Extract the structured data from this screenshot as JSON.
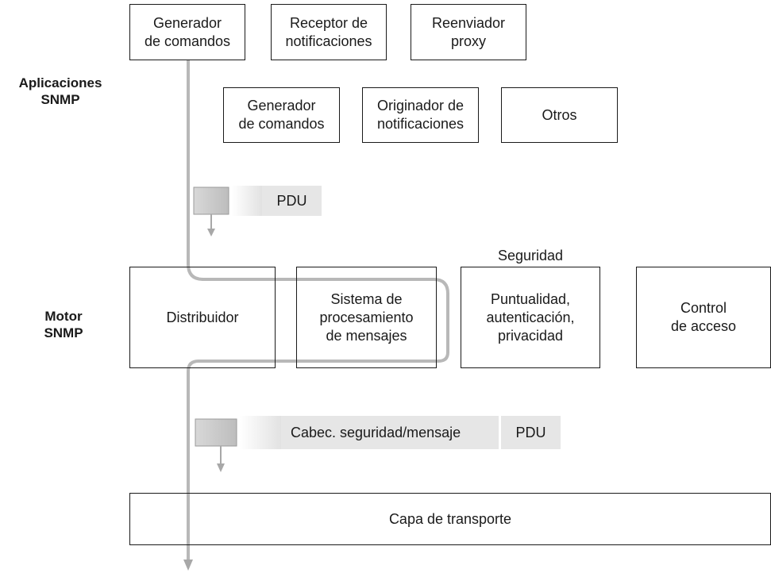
{
  "apps": {
    "label": "Aplicaciones\nSNMP",
    "row1": [
      "Generador\nde comandos",
      "Receptor de\nnotificaciones",
      "Reenviador\nproxy"
    ],
    "row2": [
      "Generador\nde comandos",
      "Originador de\nnotificaciones",
      "Otros"
    ]
  },
  "pdu_tag": "PDU",
  "engine": {
    "label": "Motor\nSNMP",
    "security_label": "Seguridad",
    "boxes": [
      "Distribuidor",
      "Sistema de\nprocesamiento\nde mensajes",
      "Puntualidad,\nautenticación,\nprivacidad",
      "Control\nde acceso"
    ]
  },
  "lower_tag": {
    "header": "Cabec. seguridad/mensaje",
    "pdu": "PDU"
  },
  "transport": "Capa de transporte",
  "colors": {
    "flow_line": "#b8b8b8",
    "tag_fill": "#e6e6e6",
    "packet_fill": "#c9c9c9",
    "border": "#1a1a1a"
  }
}
